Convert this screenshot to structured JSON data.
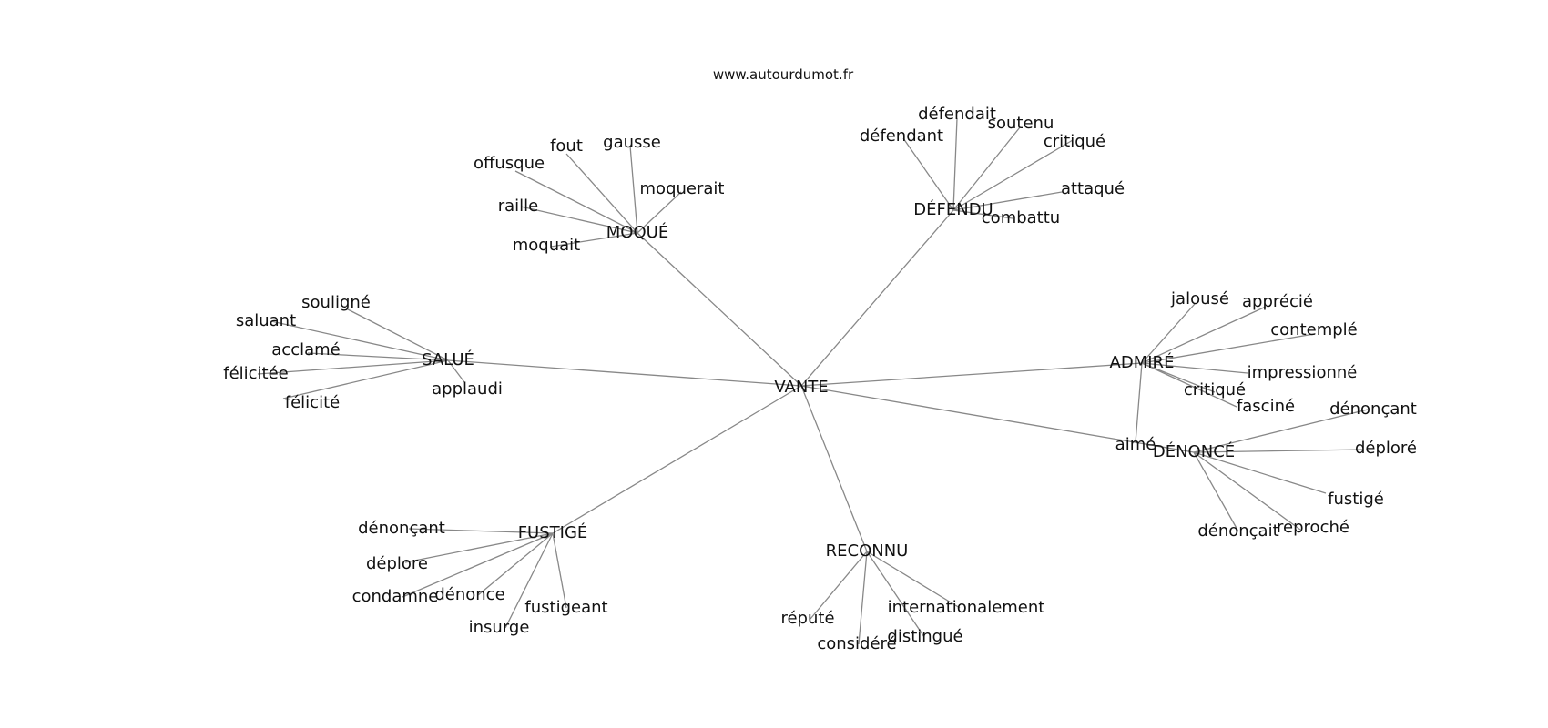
{
  "source": "www.autourdumot.fr",
  "center": "VANTE",
  "clusters": [
    {
      "id": "moque",
      "label": "MOQUÉ",
      "leaves": [
        "fout",
        "gausse",
        "offusque",
        "moquerait",
        "raille",
        "moquait"
      ]
    },
    {
      "id": "defendu",
      "label": "DÉFENDU",
      "leaves": [
        "défendait",
        "défendant",
        "soutenu",
        "critiqué",
        "attaqué",
        "combattu"
      ]
    },
    {
      "id": "salue",
      "label": "SALUÉ",
      "leaves": [
        "souligné",
        "saluant",
        "acclamé",
        "félicitée",
        "félicité",
        "applaudi"
      ]
    },
    {
      "id": "admire",
      "label": "ADMIRÉ",
      "leaves": [
        "jalousé",
        "apprécié",
        "contemplé",
        "impressionné",
        "critiqué",
        "fasciné",
        "aimé"
      ]
    },
    {
      "id": "denonce",
      "label": "DÉNONCÉ",
      "leaves": [
        "dénonçant",
        "déploré",
        "fustigé",
        "reproché",
        "dénonçait"
      ]
    },
    {
      "id": "fustige",
      "label": "FUSTIGÉ",
      "leaves": [
        "dénonçant",
        "déplore",
        "condamne",
        "dénonce",
        "fustigeant",
        "insurge"
      ]
    },
    {
      "id": "reconnu",
      "label": "RECONNU",
      "leaves": [
        "réputé",
        "considéré",
        "internationalement",
        "distingué"
      ]
    }
  ]
}
